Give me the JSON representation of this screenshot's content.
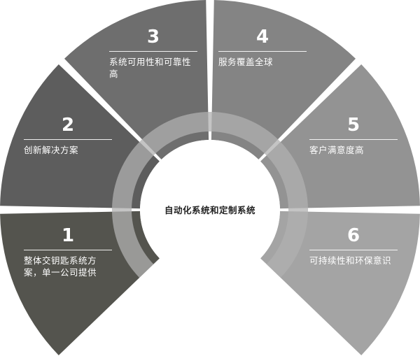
{
  "center_label": "自动化系统和定制系统",
  "segments": [
    {
      "number": "1",
      "text": "整体交钥匙系统方案，单一公司提供",
      "color": "#54544e"
    },
    {
      "number": "2",
      "text": "创新解决方案",
      "color": "#5d5d5d"
    },
    {
      "number": "3",
      "text": "系统可用性和可靠性高",
      "color": "#6e6e6e"
    },
    {
      "number": "4",
      "text": "服务覆盖全球",
      "color": "#848484"
    },
    {
      "number": "5",
      "text": "客户满意度高",
      "color": "#939393"
    },
    {
      "number": "6",
      "text": "可持续性和环保意识",
      "color": "#a4a4a4"
    }
  ],
  "ring_color": "#b0b0b0"
}
